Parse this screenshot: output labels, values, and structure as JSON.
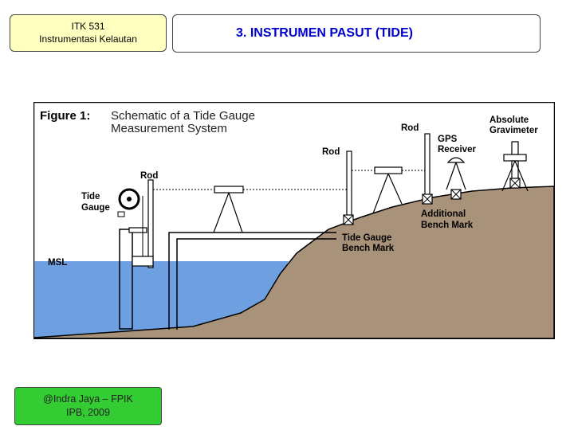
{
  "header": {
    "course_code": "ITK 531",
    "course_name": "Instrumentasi Kelautan",
    "slide_title": "3. INSTRUMEN  PASUT  (TIDE)"
  },
  "footer": {
    "credit_line1": "@Indra Jaya – FPIK",
    "credit_line2": "IPB, 2009"
  },
  "figure": {
    "caption_label": "Figure 1:",
    "caption_line1": "Schematic of a Tide Gauge",
    "caption_line2": "Measurement System",
    "labels": {
      "rod_left": "Rod",
      "tide_gauge_1": "Tide",
      "tide_gauge_2": "Gauge",
      "msl": "MSL",
      "rod_mid": "Rod",
      "rod_right": "Rod",
      "gps_1": "GPS",
      "gps_2": "Receiver",
      "grav_1": "Absolute",
      "grav_2": "Gravimeter",
      "tgbm_1": "Tide Gauge",
      "tgbm_2": "Bench Mark",
      "abm_1": "Additional",
      "abm_2": "Bench Mark"
    },
    "colors": {
      "water": "#6e9fe0",
      "land": "#a8927a",
      "outline": "#000000"
    }
  }
}
